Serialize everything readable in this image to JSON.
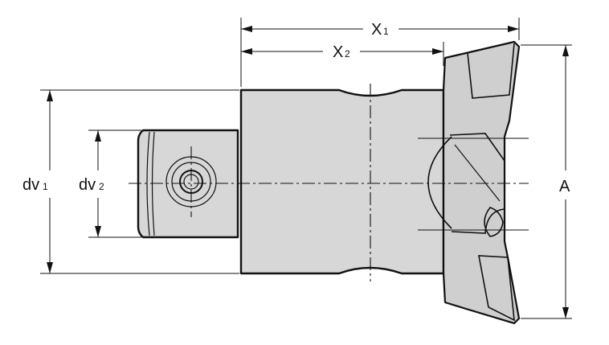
{
  "drawing": {
    "labels": {
      "x1": {
        "main": "X",
        "sub": "1"
      },
      "x2": {
        "main": "X",
        "sub": "2"
      },
      "dv1": {
        "main": "dv",
        "sub": "1"
      },
      "dv2": {
        "main": "dv",
        "sub": "2"
      },
      "a": {
        "main": "A"
      }
    },
    "colors": {
      "line": "#111111",
      "body": "#d7d7d7",
      "insert": "#cfcfcf",
      "background": "#ffffff"
    }
  }
}
